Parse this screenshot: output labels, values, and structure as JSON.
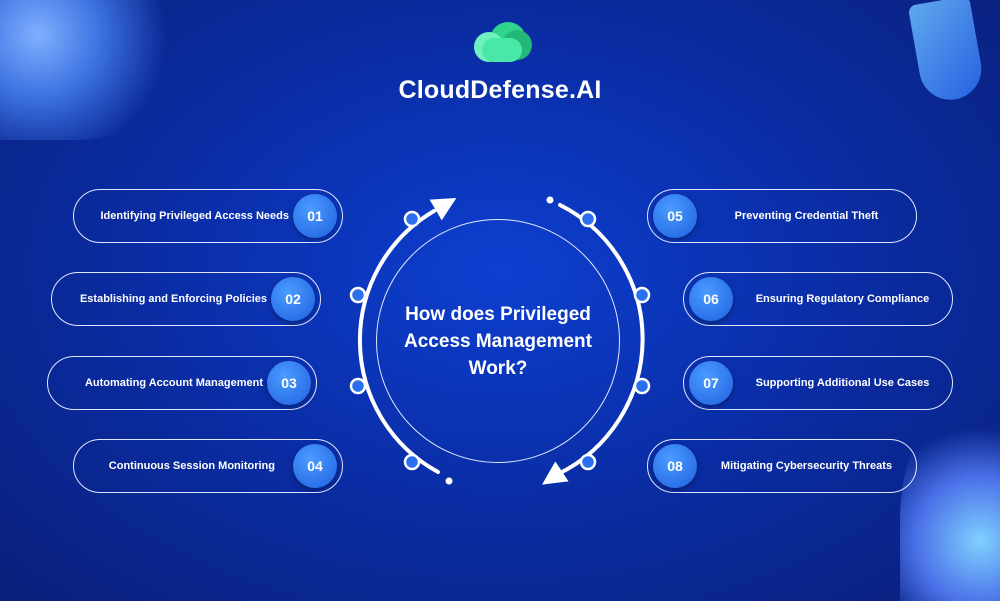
{
  "brand": {
    "name": "CloudDefense.AI"
  },
  "center_title": "How does Privileged Access Management Work?",
  "steps": [
    {
      "num": "01",
      "label": "Identifying Privileged Access Needs"
    },
    {
      "num": "02",
      "label": "Establishing and Enforcing Policies"
    },
    {
      "num": "03",
      "label": "Automating Account Management"
    },
    {
      "num": "04",
      "label": "Continuous Session Monitoring"
    },
    {
      "num": "05",
      "label": "Preventing Credential Theft"
    },
    {
      "num": "06",
      "label": "Ensuring Regulatory Compliance"
    },
    {
      "num": "07",
      "label": "Supporting Additional Use Cases"
    },
    {
      "num": "08",
      "label": "Mitigating Cybersecurity Threats"
    }
  ],
  "colors": {
    "accent": "#1f5fe0",
    "logo_green": "#3fe0a0"
  }
}
